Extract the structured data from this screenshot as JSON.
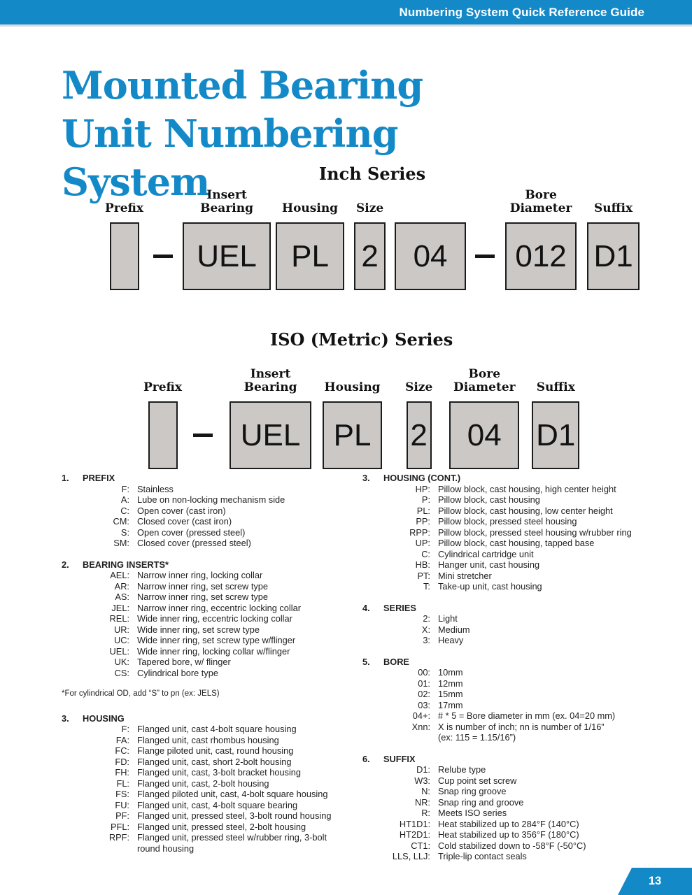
{
  "header": {
    "bar_label": "Numbering System Quick Reference Guide"
  },
  "page_title": "Mounted Bearing Unit Numbering System",
  "page_number": "13",
  "colors": {
    "accent_blue": "#1489c8",
    "box_fill": "#cbc8c6"
  },
  "diagrams": [
    {
      "title": "Inch Series",
      "segments": [
        {
          "label": "Prefix",
          "value": "",
          "w": 42,
          "mr": 14
        },
        {
          "dash": true,
          "mr": 14
        },
        {
          "label": "Insert\nBearing",
          "value": "UEL",
          "w": 126,
          "mr": 7
        },
        {
          "label": "Housing",
          "value": "PL",
          "w": 98,
          "mr": 14
        },
        {
          "label": "Size",
          "value": "2",
          "w": 45,
          "mr": 13
        },
        {
          "label": "",
          "value": "04",
          "w": 102,
          "mr": 13
        },
        {
          "dash": true,
          "mr": 15
        },
        {
          "label": "Bore\nDiameter",
          "value": "012",
          "w": 102,
          "mr": 15
        },
        {
          "label": "Suffix",
          "value": "D1",
          "w": 75,
          "mr": 0
        }
      ]
    },
    {
      "title": "ISO (Metric) Series",
      "segments": [
        {
          "label": "Prefix",
          "value": "",
          "w": 42,
          "mr": 16
        },
        {
          "dash": true,
          "mr": 24
        },
        {
          "label": "Insert\nBearing",
          "value": "UEL",
          "w": 117,
          "mr": 16
        },
        {
          "label": "Housing",
          "value": "PL",
          "w": 85,
          "mr": 33
        },
        {
          "label": "Size",
          "value": "2",
          "w": 36,
          "mr": 24
        },
        {
          "label": "Bore\nDiameter",
          "value": "04",
          "w": 100,
          "mr": 18
        },
        {
          "label": "Suffix",
          "value": "D1",
          "w": 68,
          "mr": 0
        }
      ]
    }
  ],
  "columns": [
    [
      {
        "type": "section",
        "num": "1.",
        "title": "PREFIX",
        "entries": [
          {
            "code": "F",
            "desc": "Stainless"
          },
          {
            "code": "A",
            "desc": "Lube on non-locking mechanism side"
          },
          {
            "code": "C",
            "desc": "Open cover (cast iron)"
          },
          {
            "code": "CM",
            "desc": "Closed cover (cast iron)"
          },
          {
            "code": "S",
            "desc": "Open cover (pressed steel)"
          },
          {
            "code": "SM",
            "desc": "Closed cover (pressed steel)"
          }
        ]
      },
      {
        "type": "section",
        "num": "2.",
        "title": "BEARING INSERTS*",
        "entries": [
          {
            "code": "AEL",
            "desc": "Narrow inner ring, locking collar"
          },
          {
            "code": "AR",
            "desc": "Narrow inner ring, set screw type"
          },
          {
            "code": "AS",
            "desc": "Narrow inner ring, set screw type"
          },
          {
            "code": "JEL",
            "desc": "Narrow inner ring, eccentric locking collar"
          },
          {
            "code": "REL",
            "desc": "Wide inner ring, eccentric locking collar"
          },
          {
            "code": "UR",
            "desc": "Wide inner ring, set screw type"
          },
          {
            "code": "UC",
            "desc": "Wide inner ring, set screw type w/flinger"
          },
          {
            "code": "UEL",
            "desc": "Wide inner ring, locking collar w/flinger"
          },
          {
            "code": "UK",
            "desc": "Tapered bore,  w/ flinger"
          },
          {
            "code": "CS",
            "desc": "Cylindrical bore type"
          }
        ]
      },
      {
        "type": "note",
        "text": "*For cylindrical OD, add “S” to pn (ex: JELS)"
      },
      {
        "type": "section",
        "num": "3.",
        "title": "HOUSING",
        "entries": [
          {
            "code": "F",
            "desc": "Flanged unit, cast 4-bolt square housing"
          },
          {
            "code": "FA",
            "desc": "Flanged unit, cast rhombus housing"
          },
          {
            "code": "FC",
            "desc": "Flange piloted unit, cast, round housing"
          },
          {
            "code": "FD",
            "desc": "Flanged unit, cast, short 2-bolt housing"
          },
          {
            "code": "FH",
            "desc": "Flanged unit, cast, 3-bolt bracket housing"
          },
          {
            "code": "FL",
            "desc": "Flanged unit, cast, 2-bolt housing"
          },
          {
            "code": "FS",
            "desc": "Flanged piloted unit, cast, 4-bolt square housing"
          },
          {
            "code": "FU",
            "desc": "Flanged unit, cast, 4-bolt square bearing"
          },
          {
            "code": "PF",
            "desc": "Flanged unit, pressed steel, 3-bolt round housing"
          },
          {
            "code": "PFL",
            "desc": "Flanged unit, pressed steel, 2-bolt housing"
          },
          {
            "code": "RPF",
            "desc": "Flanged unit, pressed steel w/rubber ring, 3-bolt",
            "desc2": "round housing"
          }
        ]
      }
    ],
    [
      {
        "type": "section",
        "num": "3.",
        "title": "HOUSING (CONT.)",
        "entries": [
          {
            "code": "HP",
            "desc": "Pillow block, cast housing, high center height"
          },
          {
            "code": "P",
            "desc": "Pillow block, cast housing"
          },
          {
            "code": "PL",
            "desc": "Pillow block, cast housing, low center height"
          },
          {
            "code": "PP",
            "desc": "Pillow block, pressed steel housing"
          },
          {
            "code": "RPP",
            "desc": "Pillow block, pressed steel housing w/rubber ring"
          },
          {
            "code": "UP",
            "desc": "Pillow block, cast housing, tapped base"
          },
          {
            "code": "C",
            "desc": "Cylindrical cartridge unit"
          },
          {
            "code": "HB",
            "desc": "Hanger unit, cast housing"
          },
          {
            "code": "PT",
            "desc": "Mini stretcher"
          },
          {
            "code": "T",
            "desc": "Take-up unit, cast housing"
          }
        ]
      },
      {
        "type": "section",
        "num": "4.",
        "title": "SERIES",
        "entries": [
          {
            "code": "2",
            "desc": "Light"
          },
          {
            "code": "X",
            "desc": "Medium"
          },
          {
            "code": "3",
            "desc": "Heavy"
          }
        ]
      },
      {
        "type": "section",
        "num": "5.",
        "title": "BORE",
        "entries": [
          {
            "code": "00",
            "desc": "10mm"
          },
          {
            "code": "01",
            "desc": "12mm"
          },
          {
            "code": "02",
            "desc": "15mm"
          },
          {
            "code": "03",
            "desc": "17mm"
          },
          {
            "code": "04+",
            "desc": "# * 5 = Bore diameter in mm (ex. 04=20 mm)"
          },
          {
            "code": "Xnn",
            "desc": "X is number of inch; nn is number of 1/16”",
            "desc2": "(ex: 115 = 1.15/16”)"
          }
        ]
      },
      {
        "type": "section",
        "num": "6.",
        "title": "SUFFIX",
        "entries": [
          {
            "code": "D1",
            "desc": "Relube type"
          },
          {
            "code": "W3",
            "desc": "Cup point set screw"
          },
          {
            "code": "N",
            "desc": "Snap ring groove"
          },
          {
            "code": "NR",
            "desc": "Snap ring and groove"
          },
          {
            "code": "R",
            "desc": "Meets ISO series"
          },
          {
            "code": "HT1D1",
            "desc": "Heat stabilized up to 284°F (140°C)"
          },
          {
            "code": "HT2D1",
            "desc": "Heat stabilized up to 356°F (180°C)"
          },
          {
            "code": "CT1",
            "desc": "Cold stabilized down to -58°F (-50°C)"
          },
          {
            "code": "LLS, LLJ",
            "desc": "Triple-lip contact seals"
          }
        ]
      }
    ]
  ]
}
